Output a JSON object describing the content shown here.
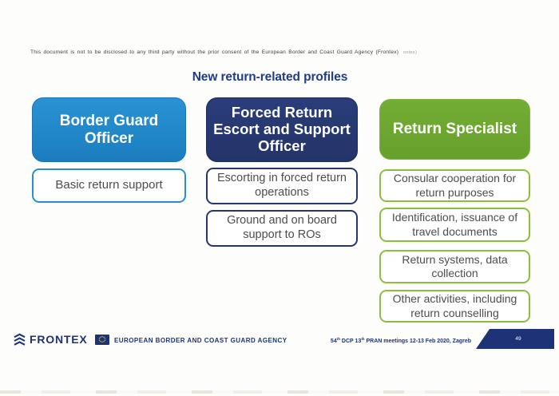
{
  "slide": {
    "disclaimer": "This document is not to be disclosed to any third party without the prior consent of the European Border and Coast Guard Agency (Frontex)",
    "disclaimer_artifact": "ontex)",
    "title": "New return-related profiles",
    "columns": [
      {
        "header": "Border Guard Officer",
        "header_color": "#1f84c6",
        "items": [
          "Basic return support"
        ]
      },
      {
        "header": "Forced Return Escort and Support Officer",
        "header_color": "#233468",
        "items": [
          "Escorting in forced return operations",
          "Ground and on board support to ROs"
        ]
      },
      {
        "header": "Return Specialist",
        "header_color": "#67a02b",
        "items": [
          "Consular cooperation for return purposes",
          "Identification, issuance of travel documents",
          "Return systems, data collection",
          "Other activities, including return counselling"
        ]
      }
    ]
  },
  "footer": {
    "brand": "FRONTEX",
    "logo_icon": "frontex-chevrons-icon",
    "flag_icon": "eu-flag-icon",
    "agency": "EUROPEAN BORDER AND COAST GUARD AGENCY",
    "meeting": {
      "seg1": "54",
      "sup1": "th",
      "seg2": " DCP 13",
      "sup2": "th",
      "seg3": " PRAN meetings 12-13 Feb 2020, Zagreb"
    },
    "page_number": "49"
  },
  "colors": {
    "blue": "#1f84c6",
    "navy": "#233468",
    "green": "#67a02b",
    "green_border": "#8cbf40",
    "blue_border": "#2a8ed0",
    "footer_navy": "#1e3376",
    "title_navy": "#1e3c87",
    "body_text": "#4d4d4d"
  }
}
